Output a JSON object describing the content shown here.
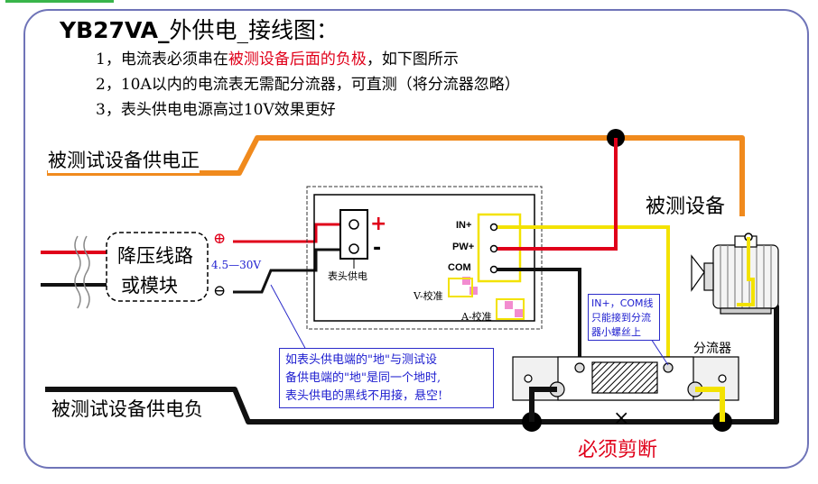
{
  "title": {
    "model": "YB27VA_",
    "rest": "外供电_接线图："
  },
  "notes": [
    {
      "pre": "1，电流表必须串在",
      "highlight": "被测设备后面的负极",
      "post": "，如下图所示"
    },
    {
      "text": "2，10A以内的电流表无需配分流器，可直测（将分流器忽略）"
    },
    {
      "text": "3，表头供电电源高过10V效果更好"
    }
  ],
  "labels": {
    "positive_supply": "被测试设备供电正",
    "negative_supply": "被测试设备供电负",
    "device_under_test": "被测设备",
    "converter_line1": "降压线路",
    "converter_line2": "或模块",
    "converter_voltage": "4.5—30V",
    "plus_symbol": "⊕",
    "minus_symbol": "⊖",
    "meter_supply": "表头供电",
    "meter_plus": "+",
    "meter_minus": "-",
    "in_plus": "IN+",
    "pw_plus": "PW+",
    "com": "COM",
    "v_calibrate": "V-校准",
    "a_calibrate": "A-校准",
    "shunt": "分流器",
    "cut_symbol": "×",
    "must_cut": "必须剪断"
  },
  "callout_ground": {
    "line1": "如表头供电端的\"地\"与测试设",
    "line2": "备供电端的\"地\"是同一个地时,",
    "line3": "表头供电的黑线不用接，悬空!"
  },
  "callout_shunt": {
    "line1": "IN+，COM线",
    "line2": "只能接到分流",
    "line3": "器小螺丝上"
  },
  "colors": {
    "orange_wire": "#f08a1d",
    "red_wire": "#e0001a",
    "yellow_wire": "#f3e200",
    "black_wire": "#111111",
    "frame": "#6f74b8",
    "callout_text": "#2020d0"
  }
}
